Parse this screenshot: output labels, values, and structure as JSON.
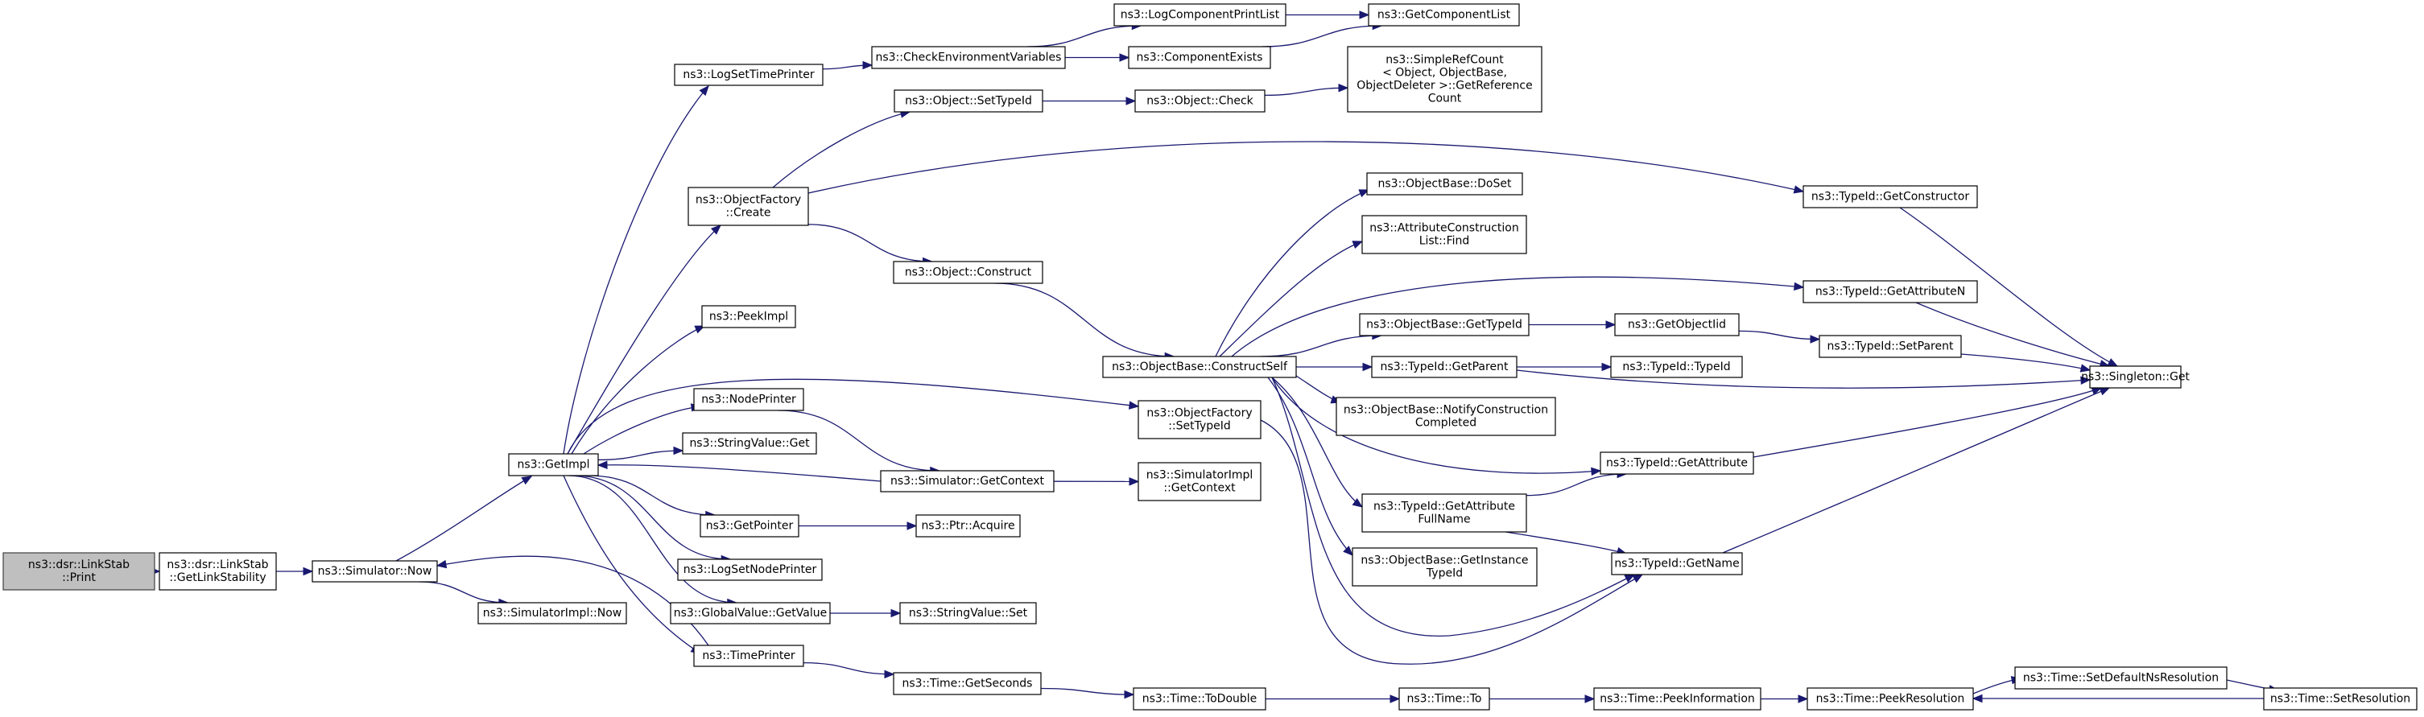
{
  "diagram": {
    "type": "call-graph",
    "root": "n_root",
    "nodes": [
      {
        "id": "n_root",
        "lines": [
          "ns3::dsr::LinkStab",
          "::Print"
        ]
      },
      {
        "id": "n_gls",
        "lines": [
          "ns3::dsr::LinkStab",
          "::GetLinkStability"
        ]
      },
      {
        "id": "n_now",
        "lines": [
          "ns3::Simulator::Now"
        ]
      },
      {
        "id": "n_simimplnow",
        "lines": [
          "ns3::SimulatorImpl::Now"
        ]
      },
      {
        "id": "n_getimpl",
        "lines": [
          "ns3::GetImpl"
        ]
      },
      {
        "id": "n_logsettime",
        "lines": [
          "ns3::LogSetTimePrinter"
        ]
      },
      {
        "id": "n_ofcreate",
        "lines": [
          "ns3::ObjectFactory",
          "::Create"
        ]
      },
      {
        "id": "n_peekimpl",
        "lines": [
          "ns3::PeekImpl"
        ]
      },
      {
        "id": "n_nodeprinter",
        "lines": [
          "ns3::NodePrinter"
        ]
      },
      {
        "id": "n_strget",
        "lines": [
          "ns3::StringValue::Get"
        ]
      },
      {
        "id": "n_getpointer",
        "lines": [
          "ns3::GetPointer"
        ]
      },
      {
        "id": "n_logsetnode",
        "lines": [
          "ns3::LogSetNodePrinter"
        ]
      },
      {
        "id": "n_gvget",
        "lines": [
          "ns3::GlobalValue::GetValue"
        ]
      },
      {
        "id": "n_timeprinter",
        "lines": [
          "ns3::TimePrinter"
        ]
      },
      {
        "id": "n_checkenv",
        "lines": [
          "ns3::CheckEnvironmentVariables"
        ]
      },
      {
        "id": "n_objsettype",
        "lines": [
          "ns3::Object::SetTypeId"
        ]
      },
      {
        "id": "n_objconstruct",
        "lines": [
          "ns3::Object::Construct"
        ]
      },
      {
        "id": "n_simgetctx",
        "lines": [
          "ns3::Simulator::GetContext"
        ]
      },
      {
        "id": "n_ptracquire",
        "lines": [
          "ns3::Ptr::Acquire"
        ]
      },
      {
        "id": "n_strset",
        "lines": [
          "ns3::StringValue::Set"
        ]
      },
      {
        "id": "n_timegetsec",
        "lines": [
          "ns3::Time::GetSeconds"
        ]
      },
      {
        "id": "n_logcompprint",
        "lines": [
          "ns3::LogComponentPrintList"
        ]
      },
      {
        "id": "n_compexists",
        "lines": [
          "ns3::ComponentExists"
        ]
      },
      {
        "id": "n_objcheck",
        "lines": [
          "ns3::Object::Check"
        ]
      },
      {
        "id": "n_obconstructself",
        "lines": [
          "ns3::ObjectBase::ConstructSelf"
        ]
      },
      {
        "id": "n_ofsettype",
        "lines": [
          "ns3::ObjectFactory",
          "::SetTypeId"
        ]
      },
      {
        "id": "n_simimplgetctx",
        "lines": [
          "ns3::SimulatorImpl",
          "::GetContext"
        ]
      },
      {
        "id": "n_timetodouble",
        "lines": [
          "ns3::Time::ToDouble"
        ]
      },
      {
        "id": "n_getcomplist",
        "lines": [
          "ns3::GetComponentList"
        ]
      },
      {
        "id": "n_simplerefcount",
        "lines": [
          "ns3::SimpleRefCount",
          "< Object, ObjectBase,",
          " ObjectDeleter >::GetReference",
          "Count"
        ]
      },
      {
        "id": "n_obdoset",
        "lines": [
          "ns3::ObjectBase::DoSet"
        ]
      },
      {
        "id": "n_attrconsfind",
        "lines": [
          "ns3::AttributeConstruction",
          "List::Find"
        ]
      },
      {
        "id": "n_obgettypeid",
        "lines": [
          "ns3::ObjectBase::GetTypeId"
        ]
      },
      {
        "id": "n_tidgetparent",
        "lines": [
          "ns3::TypeId::GetParent"
        ]
      },
      {
        "id": "n_obnotify",
        "lines": [
          "ns3::ObjectBase::NotifyConstruction",
          "Completed"
        ]
      },
      {
        "id": "n_tidgetattrfull",
        "lines": [
          "ns3::TypeId::GetAttribute",
          "FullName"
        ]
      },
      {
        "id": "n_obgetinst",
        "lines": [
          "ns3::ObjectBase::GetInstance",
          "TypeId"
        ]
      },
      {
        "id": "n_timeto",
        "lines": [
          "ns3::Time::To"
        ]
      },
      {
        "id": "n_getobjiid",
        "lines": [
          "ns3::GetObjectIid"
        ]
      },
      {
        "id": "n_tidtypeid",
        "lines": [
          "ns3::TypeId::TypeId"
        ]
      },
      {
        "id": "n_tidgetattr",
        "lines": [
          "ns3::TypeId::GetAttribute"
        ]
      },
      {
        "id": "n_tidgetname",
        "lines": [
          "ns3::TypeId::GetName"
        ]
      },
      {
        "id": "n_timepeekinfo",
        "lines": [
          "ns3::Time::PeekInformation"
        ]
      },
      {
        "id": "n_tidgetctor",
        "lines": [
          "ns3::TypeId::GetConstructor"
        ]
      },
      {
        "id": "n_tidgetattrn",
        "lines": [
          "ns3::TypeId::GetAttributeN"
        ]
      },
      {
        "id": "n_tidsetparent",
        "lines": [
          "ns3::TypeId::SetParent"
        ]
      },
      {
        "id": "n_timepeekres",
        "lines": [
          "ns3::Time::PeekResolution"
        ]
      },
      {
        "id": "n_singletonget",
        "lines": [
          "ns3::Singleton::Get"
        ]
      },
      {
        "id": "n_timesetdefault",
        "lines": [
          "ns3::Time::SetDefaultNsResolution"
        ]
      },
      {
        "id": "n_timesetres",
        "lines": [
          "ns3::Time::SetResolution"
        ]
      }
    ],
    "edges": [
      [
        "n_root",
        "n_gls"
      ],
      [
        "n_gls",
        "n_now"
      ],
      [
        "n_now",
        "n_simimplnow"
      ],
      [
        "n_now",
        "n_getimpl"
      ],
      [
        "n_getimpl",
        "n_logsettime"
      ],
      [
        "n_getimpl",
        "n_ofcreate"
      ],
      [
        "n_getimpl",
        "n_peekimpl"
      ],
      [
        "n_getimpl",
        "n_nodeprinter"
      ],
      [
        "n_getimpl",
        "n_strget"
      ],
      [
        "n_getimpl",
        "n_getpointer"
      ],
      [
        "n_getimpl",
        "n_logsetnode"
      ],
      [
        "n_getimpl",
        "n_gvget"
      ],
      [
        "n_getimpl",
        "n_timeprinter"
      ],
      [
        "n_getimpl",
        "n_ofsettype"
      ],
      [
        "n_logsettime",
        "n_checkenv"
      ],
      [
        "n_checkenv",
        "n_logcompprint"
      ],
      [
        "n_checkenv",
        "n_compexists"
      ],
      [
        "n_logcompprint",
        "n_getcomplist"
      ],
      [
        "n_compexists",
        "n_getcomplist"
      ],
      [
        "n_ofcreate",
        "n_objsettype"
      ],
      [
        "n_ofcreate",
        "n_objconstruct"
      ],
      [
        "n_ofcreate",
        "n_tidgetctor"
      ],
      [
        "n_objsettype",
        "n_objcheck"
      ],
      [
        "n_objcheck",
        "n_simplerefcount"
      ],
      [
        "n_objconstruct",
        "n_obconstructself"
      ],
      [
        "n_nodeprinter",
        "n_simgetctx"
      ],
      [
        "n_simgetctx",
        "n_getimpl"
      ],
      [
        "n_simgetctx",
        "n_simimplgetctx"
      ],
      [
        "n_getpointer",
        "n_ptracquire"
      ],
      [
        "n_gvget",
        "n_strset"
      ],
      [
        "n_timeprinter",
        "n_now"
      ],
      [
        "n_timeprinter",
        "n_timegetsec"
      ],
      [
        "n_timegetsec",
        "n_timetodouble"
      ],
      [
        "n_timetodouble",
        "n_timeto"
      ],
      [
        "n_timeto",
        "n_timepeekinfo"
      ],
      [
        "n_timepeekinfo",
        "n_timepeekres"
      ],
      [
        "n_timepeekres",
        "n_timesetdefault"
      ],
      [
        "n_timesetdefault",
        "n_timesetres"
      ],
      [
        "n_timesetres",
        "n_timepeekres"
      ],
      [
        "n_obconstructself",
        "n_obdoset"
      ],
      [
        "n_obconstructself",
        "n_attrconsfind"
      ],
      [
        "n_obconstructself",
        "n_tidgetattrn"
      ],
      [
        "n_obconstructself",
        "n_obgettypeid"
      ],
      [
        "n_obconstructself",
        "n_tidgetparent"
      ],
      [
        "n_obconstructself",
        "n_obnotify"
      ],
      [
        "n_obconstructself",
        "n_tidgetattr"
      ],
      [
        "n_obconstructself",
        "n_tidgetattrfull"
      ],
      [
        "n_obconstructself",
        "n_obgetinst"
      ],
      [
        "n_obconstructself",
        "n_tidgetname"
      ],
      [
        "n_obgettypeid",
        "n_getobjiid"
      ],
      [
        "n_getobjiid",
        "n_tidsetparent"
      ],
      [
        "n_tidgetparent",
        "n_tidtypeid"
      ],
      [
        "n_tidgetparent",
        "n_singletonget"
      ],
      [
        "n_tidgetattrfull",
        "n_tidgetattr"
      ],
      [
        "n_tidgetattrfull",
        "n_tidgetname"
      ],
      [
        "n_tidgetattr",
        "n_singletonget"
      ],
      [
        "n_tidgetname",
        "n_singletonget"
      ],
      [
        "n_tidgetctor",
        "n_singletonget"
      ],
      [
        "n_tidgetattrn",
        "n_singletonget"
      ],
      [
        "n_tidsetparent",
        "n_singletonget"
      ],
      [
        "n_ofsettype",
        "n_tidgetname"
      ]
    ]
  }
}
